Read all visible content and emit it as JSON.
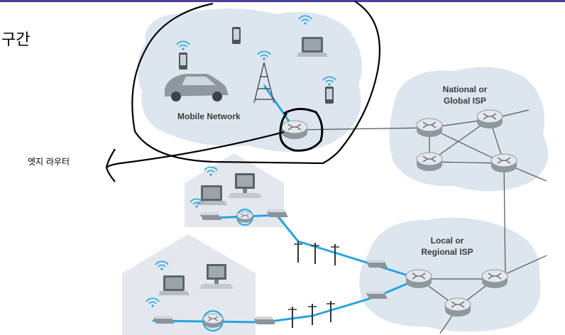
{
  "header": {
    "section_title": "구간",
    "accent_color": "#4a3f9f"
  },
  "annotation": {
    "edge_router_label": "엣지 라우터"
  },
  "networks": {
    "mobile": {
      "label": "Mobile Network"
    },
    "national": {
      "label_line1": "National or",
      "label_line2": "Global ISP"
    },
    "regional": {
      "label_line1": "Local or",
      "label_line2": "Regional ISP"
    }
  },
  "icons": [
    "smartphone-icon",
    "laptop-icon",
    "car-icon",
    "cell-tower-icon",
    "router-icon",
    "desktop-computer-icon",
    "modem-icon",
    "utility-pole-icon",
    "house-icon"
  ],
  "colors": {
    "cloud": "#dde6ef",
    "link_access": "#2aa3de",
    "link_core": "#555555",
    "house": "#e3e8ee"
  }
}
